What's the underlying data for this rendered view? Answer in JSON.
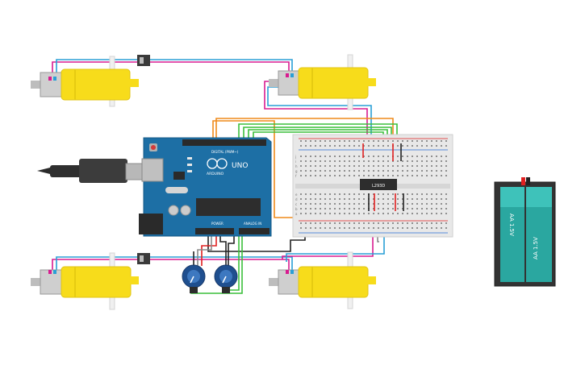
{
  "circuit": {
    "arduino": {
      "brand": "ARDUINO",
      "model": "UNO",
      "digital_label": "DIGITAL (PWM~)",
      "power_label": "POWER",
      "analog_label": "ANALOG IN"
    },
    "driver_chip": {
      "label": "L293D"
    },
    "battery": {
      "cell_1": "AA 1.5V",
      "cell_2": "AA 1.5V"
    },
    "breadboard": {
      "row_letters_top": [
        "j",
        "i",
        "h",
        "g",
        "f"
      ],
      "row_letters_bottom": [
        "e",
        "d",
        "c",
        "b",
        "a"
      ]
    },
    "colors": {
      "wire_pink": "#d81b90",
      "wire_blue": "#2a9fd6",
      "wire_orange": "#ef8a1a",
      "wire_green": "#3bbf3b",
      "wire_black": "#222222",
      "wire_red": "#e02020",
      "wire_gray": "#8a8a8a",
      "arduino_blue": "#1d6fa5",
      "motor_yellow": "#f7dc1b",
      "battery_teal": "#2aa7a0"
    },
    "parts": [
      "motor",
      "motor",
      "motor",
      "motor",
      "arduino-uno",
      "breadboard",
      "l293d",
      "potentiometer",
      "potentiometer",
      "battery-pack",
      "usb-cable",
      "switch",
      "switch"
    ]
  }
}
